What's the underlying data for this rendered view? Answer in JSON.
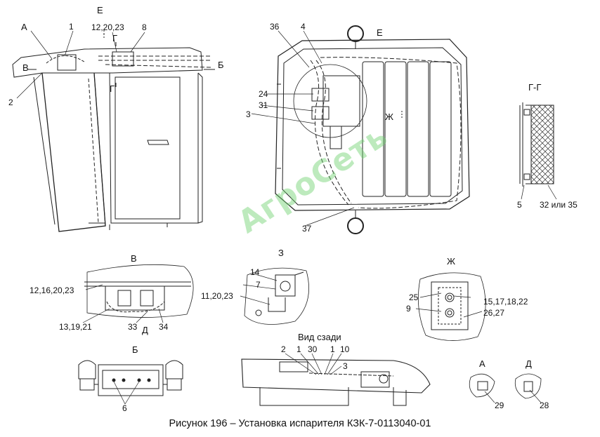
{
  "caption": "Рисунок 196 – Установка испарителя КЗК-7-0113040-01",
  "watermark": "АгроСеть",
  "views": {
    "A_top": "А",
    "E_top": "Е",
    "E_right": "Е",
    "G_section": "Г-Г",
    "V": "В",
    "Z": "З",
    "Zh": "Ж",
    "B": "Б",
    "rear": "Вид сзади",
    "A_detail": "А",
    "D_detail": "Д"
  },
  "section_marks": {
    "G_upper": "Г",
    "G_lower": "Г",
    "B_left": "В",
    "B_right": "Б",
    "Zh_mark": "Ж",
    "D_mark": "Д"
  },
  "callouts": {
    "c1": "1",
    "c12_20_23": "12,20,23",
    "c8": "8",
    "c2_left": "2",
    "c36": "36",
    "c4": "4",
    "c24": "24",
    "c31": "31",
    "c3_top": "3",
    "c37": "37",
    "c5": "5",
    "c32_35": "32 или 35",
    "c12_16_20_23": "12,16,20,23",
    "c13_19_21": "13,19,21",
    "c33": "33",
    "c34": "34",
    "c14": "14",
    "c7": "7",
    "c11_20_23": "11,20,23",
    "c25": "25",
    "c9": "9",
    "c15_17_18_22": "15,17,18,22",
    "c26_27": "26,27",
    "c6": "6",
    "r2": "2",
    "r1a": "1",
    "r30": "30",
    "r1b": "1",
    "r10": "10",
    "r3": "3",
    "c29": "29",
    "c28": "28"
  }
}
